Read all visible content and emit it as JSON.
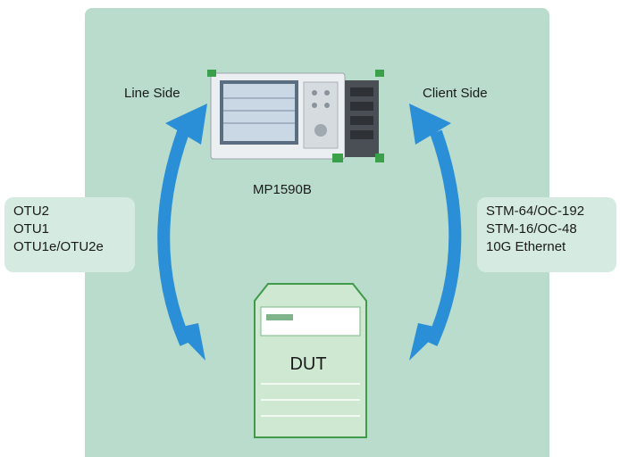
{
  "diagram": {
    "line_side_label": "Line Side",
    "client_side_label": "Client Side",
    "device_name": "MP1590B",
    "dut_label": "DUT",
    "line_protocols": [
      "OTU2",
      "OTU1",
      "OTU1e/OTU2e"
    ],
    "client_protocols": [
      "STM-64/OC-192",
      "STM-16/OC-48",
      "10G Ethernet"
    ],
    "colors": {
      "panel_background": "#b9dccc",
      "arrow": "#2a8fd6",
      "dut_box": "#cfe8d2",
      "dut_border": "#3f9a4a"
    }
  }
}
